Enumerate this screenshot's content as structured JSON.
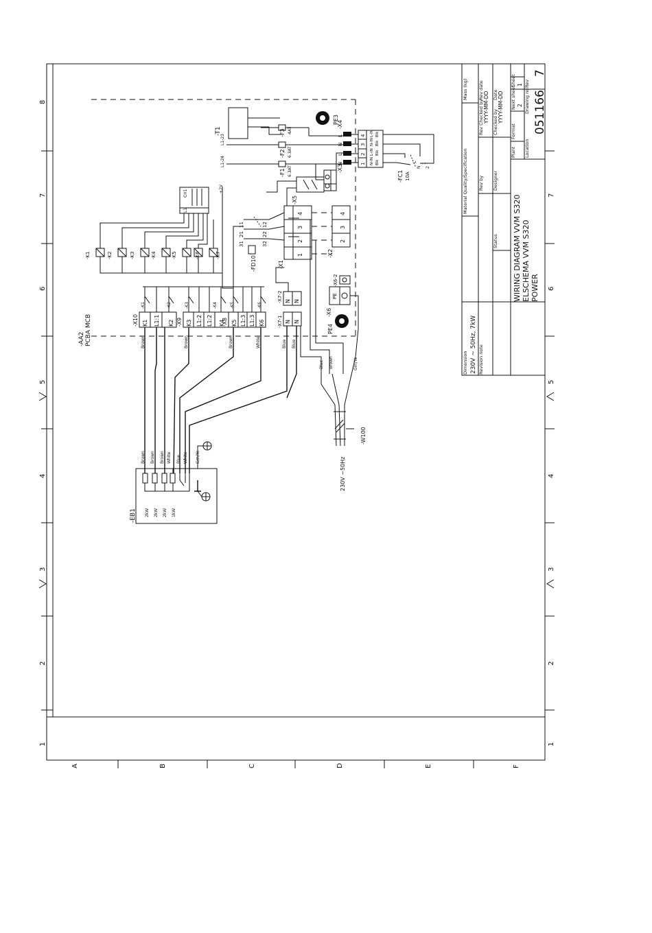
{
  "sheet": {
    "title_block": {
      "title_lines": [
        "WIRING DIAGRAM VVM S320",
        "ELSCHEMA VVM S320",
        "POWER"
      ],
      "drawing_no": "051166",
      "rev": "7",
      "fields": {
        "mass": "Mass (kg)",
        "material": "Material Quality/Specification",
        "rev_date_label": "Rev date",
        "rev_date_value": "YYYY-MM-DD",
        "date_label": "Date",
        "date_value": "YYYY-MM-DD",
        "rev_checked_by": "Rev Checked by",
        "checked_by": "Checked by",
        "rev_by": "Rev by",
        "designer": "Designer",
        "status": "Status",
        "next_sheet_label": "Next sheet",
        "next_sheet_value": "2",
        "sheet_label": "Sheet",
        "sheet_value": "1",
        "format_label": "Format",
        "drawing_no_label": "Drawing no",
        "rev_label": "Rev",
        "plant": "Plant",
        "location": "Location",
        "dimension_label": "Dimension",
        "dimension_value": "230V ~ 50Hz, 7kW",
        "revision_note": "Revision note"
      }
    },
    "grid_numbers": [
      "1",
      "2",
      "3",
      "4",
      "5",
      "6",
      "7",
      "8"
    ],
    "grid_letters": [
      "A",
      "B",
      "C",
      "D",
      "E",
      "F"
    ]
  },
  "components": {
    "t1": "-T1",
    "pe3": "PE3",
    "pe4": "PE4",
    "x4": "-X4",
    "x3": "-X3",
    "x5": "-X5",
    "x1": "-X1",
    "x2": "-X2",
    "x6": "-X6",
    "x62": "-X6-2",
    "x72": "-X7-2",
    "x71": "-X7-1",
    "x8": "-X8",
    "x9": "-X9",
    "x10": "-X10",
    "f1": "-F1",
    "f2": "-F2",
    "f3": "-F3",
    "f1_rating": "6.3AT",
    "f2_rating": "6.3AT",
    "f3_rating": "4AT",
    "fc1": "-FC1",
    "fc1_rating": "10A",
    "fd10": "-FD10",
    "aa2": "-AA2",
    "pcba": "PCBA MCB",
    "eb1": "-EB1",
    "w100": "-W100",
    "supply": "230V ~50Hz",
    "k_relays": [
      "-K1",
      "-K2",
      "-K3",
      "-K4",
      "-K5",
      "-K6",
      "-K7"
    ],
    "x10_terminals": [
      "K1",
      "L1:1",
      "K2"
    ],
    "x9_terminals": [
      "K3",
      "L1:2",
      "L1:2",
      "K4"
    ],
    "x8_terminals": [
      "K5",
      "L1:3",
      "L1:3",
      "K6"
    ],
    "x7_terminals": [
      "N",
      "N"
    ],
    "x5_terminals": [
      "1",
      "2",
      "3",
      "4"
    ],
    "x2_terminals": [
      "1",
      "2",
      "3",
      "4"
    ],
    "x4_terminals": [
      "L",
      "N",
      "L",
      "N"
    ],
    "x6_terminals": [
      "PE",
      "⏚"
    ],
    "x10_hdr": [
      "-K1",
      "-K2"
    ],
    "x9_hdr": [
      "-K3",
      "-K4"
    ],
    "x8_hdr": [
      "-K5",
      "-K6"
    ],
    "fd10_contacts": [
      "11",
      "21",
      "31",
      "12",
      "22",
      "32"
    ],
    "ch_labels": [
      "CH1",
      "L1",
      "L2"
    ],
    "heater_ratings": [
      "2kW",
      "2kW",
      "2kW",
      "1kW"
    ],
    "fc1_contacts": [
      "L",
      "N",
      "1",
      "2"
    ],
    "side_label_1": "L1-23",
    "side_label_2": "L1-24",
    "cable_top": "+2V"
  },
  "wire_colors": {
    "brown": "Brown",
    "white": "White",
    "blue": "Blue",
    "grn_ye": "Grn/Ye"
  }
}
